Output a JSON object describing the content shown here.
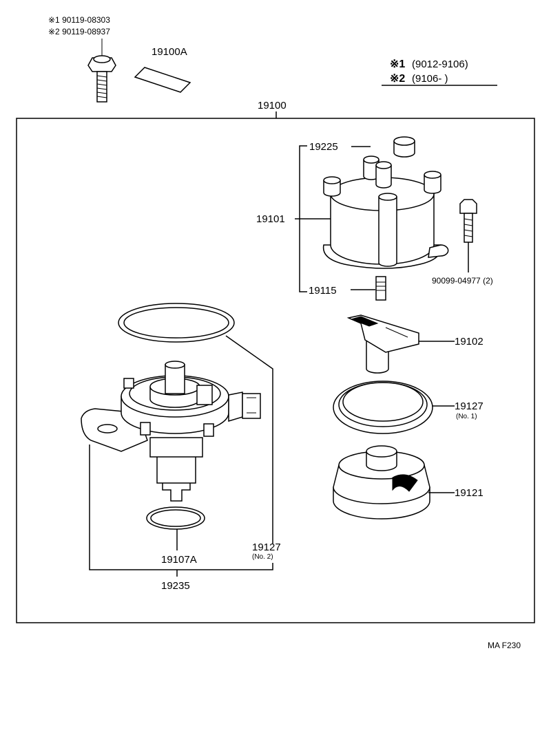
{
  "header": {
    "bolt_alt_1": "※1  90119-08303",
    "bolt_alt_2": "※2  90119-08937",
    "label_19100A": "19100A"
  },
  "legend": {
    "row1_mark": "※1",
    "row1_range": "(9012-9106)",
    "row2_mark": "※2",
    "row2_range": "(9106-        )"
  },
  "assembly": {
    "label": "19100"
  },
  "parts": {
    "p19225": "19225",
    "p19101": "19101",
    "p19115": "19115",
    "p90099": "90099-04977 (2)",
    "p19102": "19102",
    "p19127_no1": "19127",
    "p19127_no1_note": "(No. 1)",
    "p19121": "19121",
    "p19127_no2": "19127",
    "p19127_no2_note": "(No. 2)",
    "p19107A": "19107A",
    "p19235": "19235"
  },
  "footer": {
    "code": "MA F230"
  }
}
